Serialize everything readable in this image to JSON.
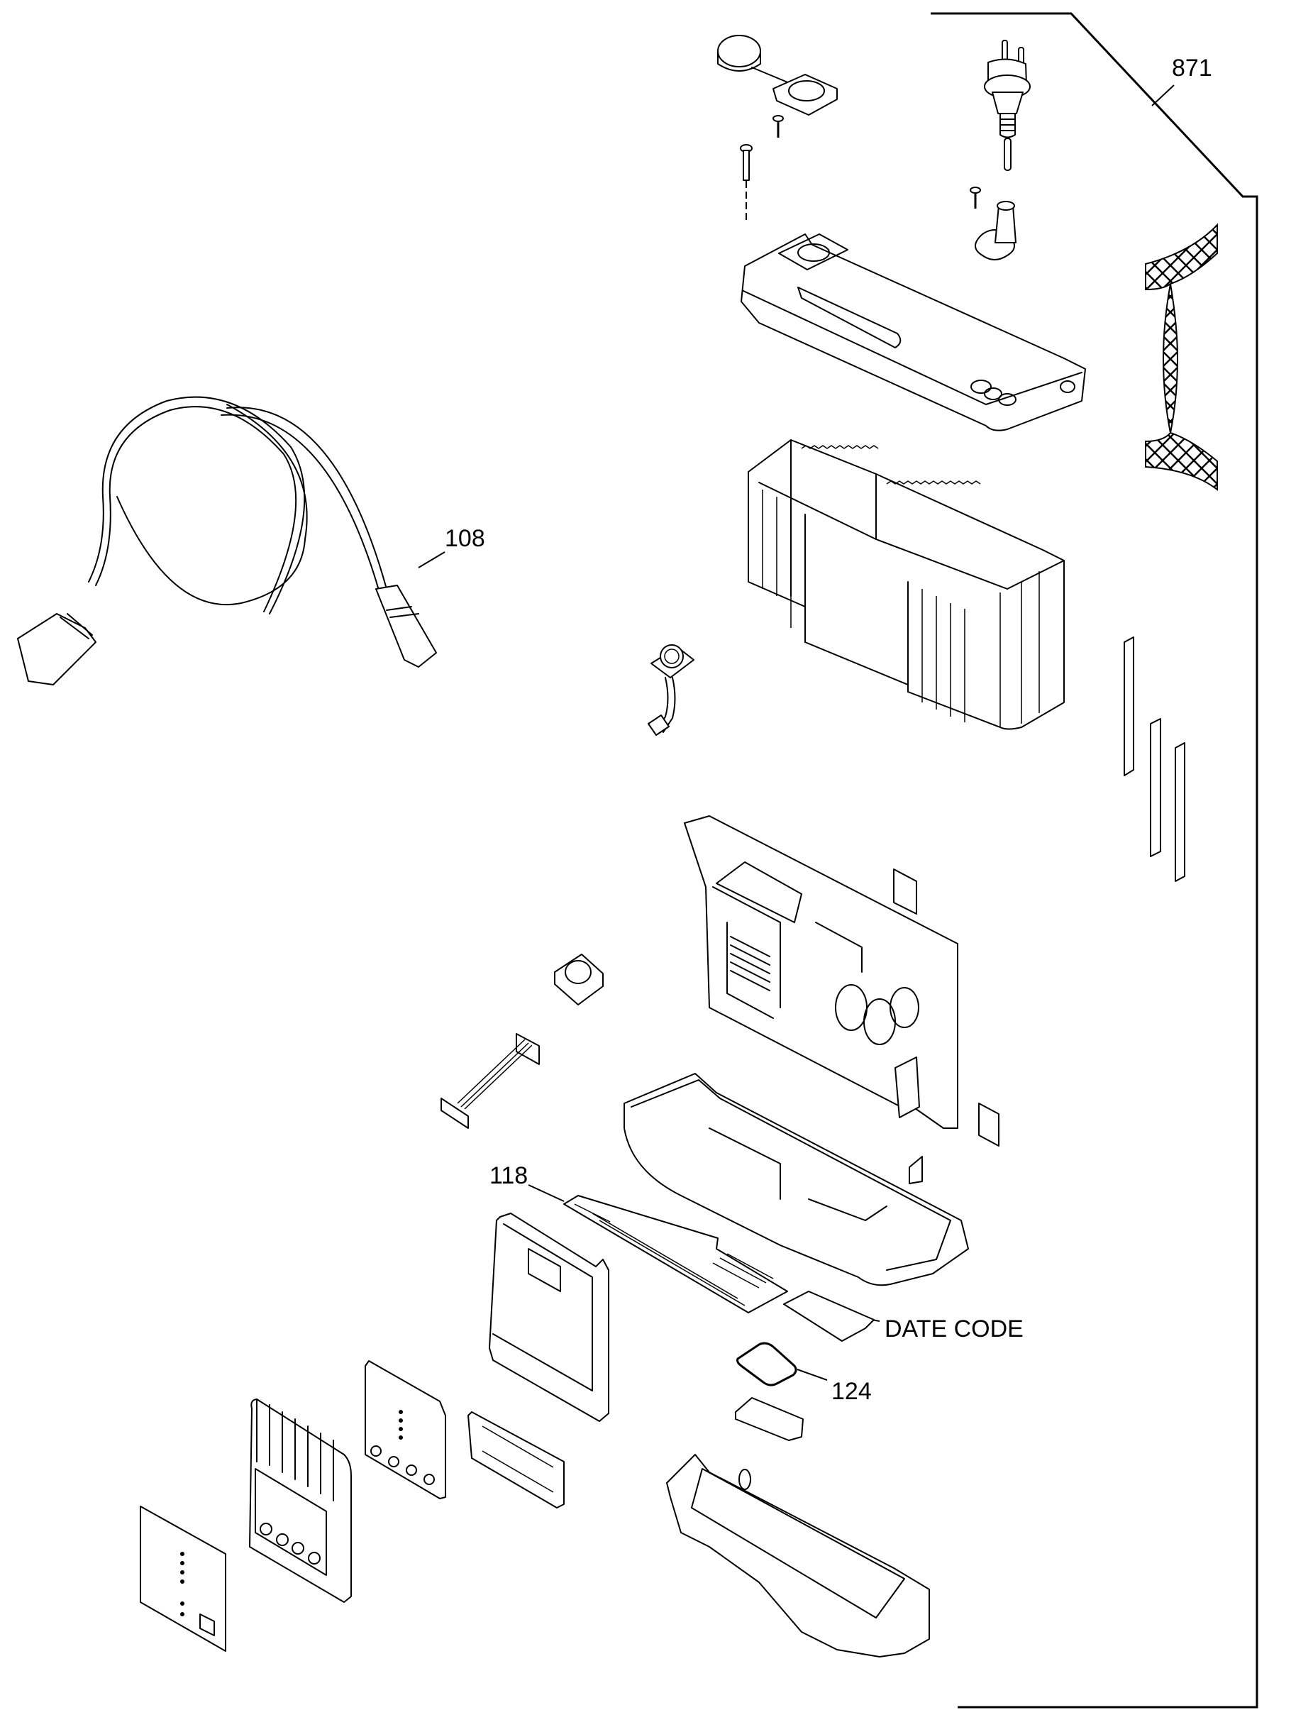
{
  "diagram": {
    "type": "exploded-parts-view",
    "background_color": "#ffffff",
    "line_color": "#000000",
    "callouts": [
      {
        "id": "871",
        "label": "871",
        "refers_to": "assembly-frame"
      },
      {
        "id": "108",
        "label": "108",
        "refers_to": "extension-cable"
      },
      {
        "id": "118",
        "label": "118",
        "refers_to": "label-strip"
      },
      {
        "id": "date_code",
        "label": "DATE CODE",
        "refers_to": "date-code-label"
      },
      {
        "id": "124",
        "label": "124",
        "refers_to": "gasket"
      }
    ],
    "parts": [
      "dust-cap",
      "screw",
      "pin",
      "mains-plug",
      "strain-relief",
      "screw",
      "top-end-cap",
      "mesh-handle",
      "aluminium-extrusion-housing",
      "circular-connector-harness",
      "mounting-rails",
      "power-pcb",
      "fan",
      "ribbon-cable",
      "insulator-pad",
      "bottom-end-cap",
      "label-strip",
      "front-bezel",
      "date-code-label",
      "gasket",
      "lens-clip",
      "rubber-bumper-base",
      "control-pcb",
      "window-film",
      "front-keypad-panel",
      "overlay-label"
    ]
  }
}
